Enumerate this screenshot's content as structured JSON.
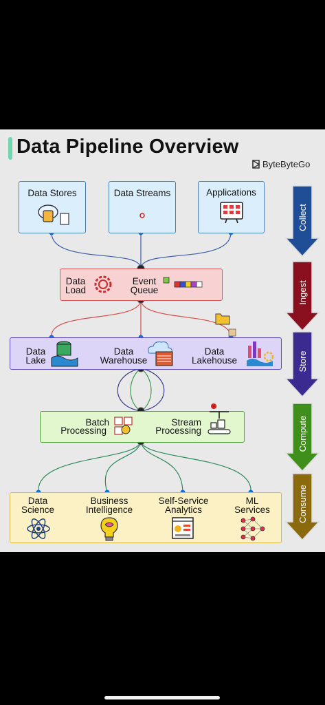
{
  "title": "Data Pipeline Overview",
  "brand": "ByteByteGo",
  "sources": [
    {
      "label": "Data Stores"
    },
    {
      "label": "Data Streams"
    },
    {
      "label": "Applications"
    }
  ],
  "ingest": {
    "data_load": [
      "Data",
      "Load"
    ],
    "event_queue": [
      "Event",
      "Queue"
    ]
  },
  "store": {
    "data_lake": [
      "Data",
      "Lake"
    ],
    "data_warehouse": [
      "Data",
      "Warehouse"
    ],
    "data_lakehouse": [
      "Data",
      "Lakehouse"
    ]
  },
  "compute": {
    "batch": [
      "Batch",
      "Processing"
    ],
    "stream": [
      "Stream",
      "Processing"
    ]
  },
  "consume": {
    "data_science": [
      "Data",
      "Science"
    ],
    "bi": [
      "Business",
      "Intelligence"
    ],
    "self_service": [
      "Self-Service",
      "Analytics"
    ],
    "ml": [
      "ML",
      "Services"
    ]
  },
  "stages": [
    {
      "label": "Collect",
      "color": "#1f4e96"
    },
    {
      "label": "Ingest",
      "color": "#8a1020"
    },
    {
      "label": "Store",
      "color": "#3b2a8f"
    },
    {
      "label": "Compute",
      "color": "#3f8f1c"
    },
    {
      "label": "Consume",
      "color": "#8a6a0c"
    }
  ],
  "colors": {
    "collect_box": "#dbeefc",
    "ingest_box": "#f8d2d2",
    "store_box": "#dcd5f7",
    "compute_box": "#e3f7cf",
    "consume_box": "#fcf1c4"
  }
}
